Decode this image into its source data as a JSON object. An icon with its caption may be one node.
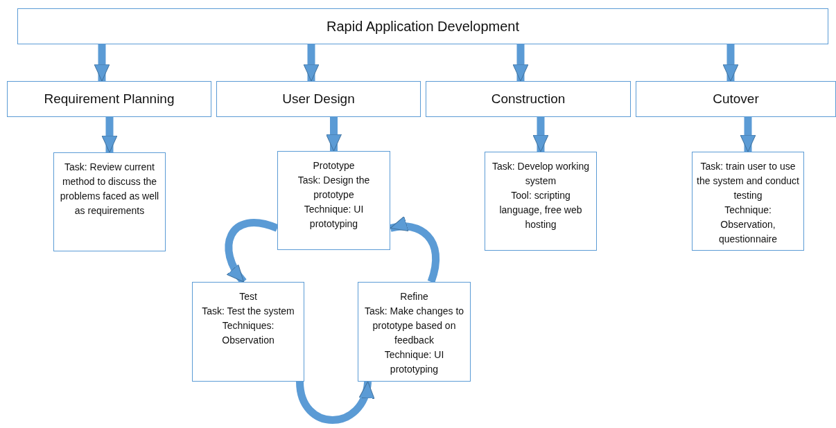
{
  "diagram": {
    "nodes": [
      {
        "text": [
          "Rapid Application Development"
        ]
      },
      {
        "text": [
          "Requirement Planning"
        ]
      },
      {
        "text": [
          "User Design"
        ]
      },
      {
        "text": [
          "Construction"
        ]
      },
      {
        "text": [
          "Cutover"
        ]
      },
      {
        "text": [
          "Task: Review current method to discuss the problems faced as well as requirements"
        ]
      },
      {
        "text": [
          "Prototype",
          "Task: Design the prototype",
          "Technique: UI prototyping"
        ]
      },
      {
        "text": [
          "Task: Develop working system",
          "Tool: scripting language, free web hosting"
        ]
      },
      {
        "text": [
          "Task: train user to use the system and conduct testing",
          "Technique: Observation, questionnaire"
        ]
      },
      {
        "text": [
          "Test",
          "Task: Test the system",
          "Techniques: Observation"
        ]
      },
      {
        "text": [
          "Refine",
          "Task: Make changes to prototype based on feedback",
          "Technique: UI prototyping"
        ]
      }
    ],
    "edges": [
      {
        "from": 0,
        "to": 1,
        "arrow": "to"
      },
      {
        "from": 0,
        "to": 2,
        "arrow": "to"
      },
      {
        "from": 0,
        "to": 3,
        "arrow": "to"
      },
      {
        "from": 0,
        "to": 4,
        "arrow": "to"
      },
      {
        "from": 1,
        "to": 5,
        "arrow": "to"
      },
      {
        "from": 2,
        "to": 6,
        "arrow": "to"
      },
      {
        "from": 3,
        "to": 7,
        "arrow": "to"
      },
      {
        "from": 4,
        "to": 8,
        "arrow": "to"
      },
      {
        "from": 6,
        "to": 9,
        "arrow": "to"
      },
      {
        "from": 10,
        "to": 6,
        "arrow": "to"
      },
      {
        "from": 9,
        "to": 10,
        "arrow": "to"
      }
    ]
  }
}
